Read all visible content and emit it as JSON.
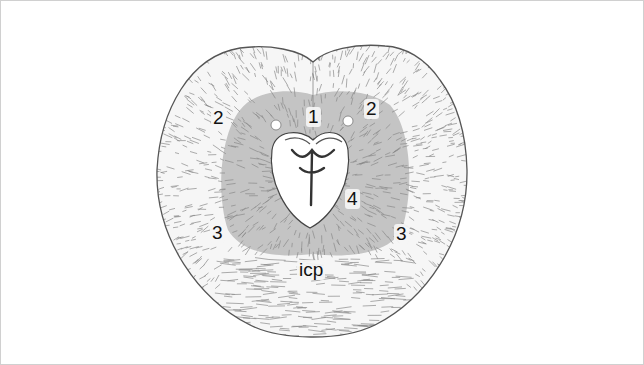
{
  "diagram": {
    "labels": [
      "2",
      "1",
      "2",
      "4",
      "3",
      "3",
      "icp"
    ]
  }
}
